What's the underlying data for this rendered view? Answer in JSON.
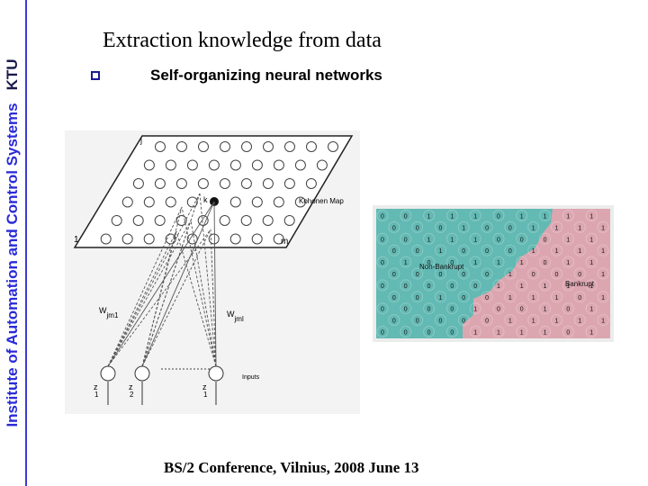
{
  "sidebar": {
    "institute_label": "Institute of Automation and Control Systems",
    "ktu_label": "KTU"
  },
  "slide": {
    "title": "Extraction knowledge from data",
    "bullet_text": "Self-organizing neural networks",
    "footer": "BS/2 Conference, Vilnius, 2008 June 13"
  },
  "kohonen_figure": {
    "map_label": "Kohonen Map",
    "corner_j": "j",
    "corner_1": "1",
    "corner_m": "m",
    "winner_k": "k",
    "weight_label_1": "W",
    "weight_sub_1": "jm1",
    "weight_label_2": "W",
    "weight_sub_2": "jml",
    "inputs_label": "Inputs",
    "input_z": "z",
    "input_sub_1": "1",
    "input_sub_2": "2",
    "input_sub_3": "1"
  },
  "som_map": {
    "label_non_bankrupt": "Non-Bankrupt",
    "label_bankrupt": "Bankrupt",
    "colors": {
      "non_bankrupt": "#63b9b3",
      "bankrupt": "#dca6b1",
      "cell_dark": "#7c9ea0"
    },
    "grid": [
      "0011101111",
      "0001001111",
      "0011100011",
      "0010001111",
      "0100111011",
      "0000010001",
      "0000011111",
      "0010011101",
      "0000100101",
      "0000011111",
      "0000111101"
    ]
  }
}
